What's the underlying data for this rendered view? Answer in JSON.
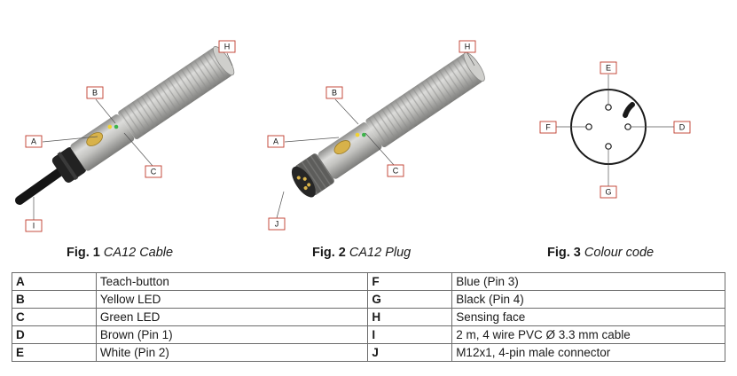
{
  "figures": [
    {
      "number": "Fig. 1",
      "title": "CA12 Cable"
    },
    {
      "number": "Fig. 2",
      "title": "CA12 Plug"
    },
    {
      "number": "Fig. 3",
      "title": "Colour code"
    }
  ],
  "callouts": {
    "fig1": [
      "A",
      "B",
      "C",
      "H",
      "I"
    ],
    "fig2": [
      "A",
      "B",
      "C",
      "H",
      "J"
    ],
    "fig3": [
      "E",
      "F",
      "D",
      "G"
    ]
  },
  "legend": [
    {
      "key": "A",
      "value": "Teach-button",
      "key2": "F",
      "value2": "Blue (Pin 3)"
    },
    {
      "key": "B",
      "value": "Yellow LED",
      "key2": "G",
      "value2": "Black (Pin 4)"
    },
    {
      "key": "C",
      "value": "Green LED",
      "key2": "H",
      "value2": "Sensing face"
    },
    {
      "key": "D",
      "value": "Brown (Pin 1)",
      "key2": "I",
      "value2": "2 m, 4 wire PVC Ø 3.3 mm cable"
    },
    {
      "key": "E",
      "value": "White (Pin 2)",
      "key2": "J",
      "value2": "M12x1, 4-pin male connector"
    }
  ],
  "colors": {
    "callout_border": "#c0392b",
    "sensor_body": "#b9b9b6",
    "yellow_led": "#f2d230",
    "green_led": "#3cb44b"
  }
}
